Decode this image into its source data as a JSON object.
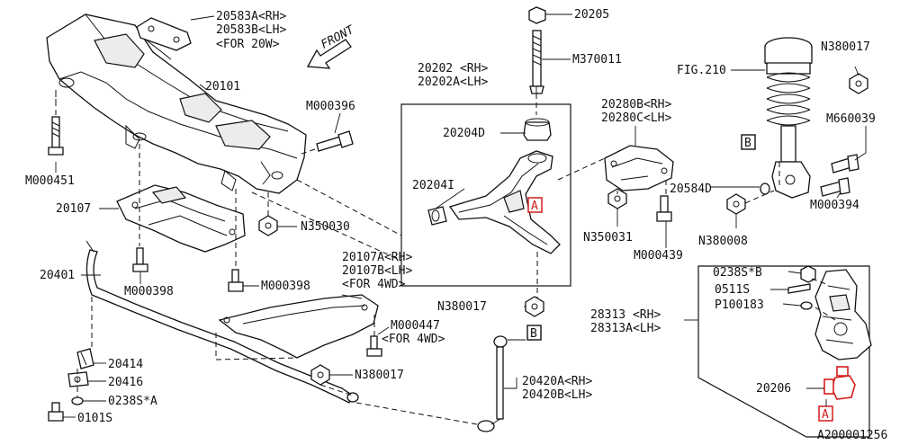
{
  "labels": {
    "p20583a": "20583A<RH>",
    "p20583b": "20583B<LH>",
    "for20w": "<FOR 20W>",
    "front": "FRONT",
    "p20205": "20205",
    "m370011": "M370011",
    "p20202": "20202 <RH>",
    "p20202a": "20202A<LH>",
    "fig210": "FIG.210",
    "n380017_top": "N380017",
    "p20101": "20101",
    "m000396": "M000396",
    "p20280b": "20280B<RH>",
    "p20280c": "20280C<LH>",
    "m660039": "M660039",
    "p20204d": "20204D",
    "m000451": "M000451",
    "p20204i": "20204I",
    "p20584d": "20584D",
    "m000394": "M000394",
    "p20107": "20107",
    "n350030": "N350030",
    "n350031": "N350031",
    "n380008": "N380008",
    "m000439": "M000439",
    "p20401": "20401",
    "p20107a": "20107A<RH>",
    "p20107b": "20107B<LH>",
    "for4wd_a": "<FOR 4WD>",
    "m000398_a": "M000398",
    "m000398_b": "M000398",
    "p0238s_b": "0238S*B",
    "p0511s": "0511S",
    "p100183": "P100183",
    "n380017_mid": "N380017",
    "p28313": "28313 <RH>",
    "p28313a": "28313A<LH>",
    "m000447": "M000447",
    "for4wd_b": "<FOR 4WD>",
    "p20414": "20414",
    "n380017_low": "N380017",
    "p20416": "20416",
    "p0238s_a": "0238S*A",
    "p0101s": "0101S",
    "p20420a": "20420A<RH>",
    "p20420b": "20420B<LH>",
    "p20206": "20206",
    "diagram_id": "A200001256"
  },
  "markers": {
    "a": "A",
    "b": "B"
  },
  "colors": {
    "highlight": "#d21d1d",
    "ink": "#111111"
  }
}
